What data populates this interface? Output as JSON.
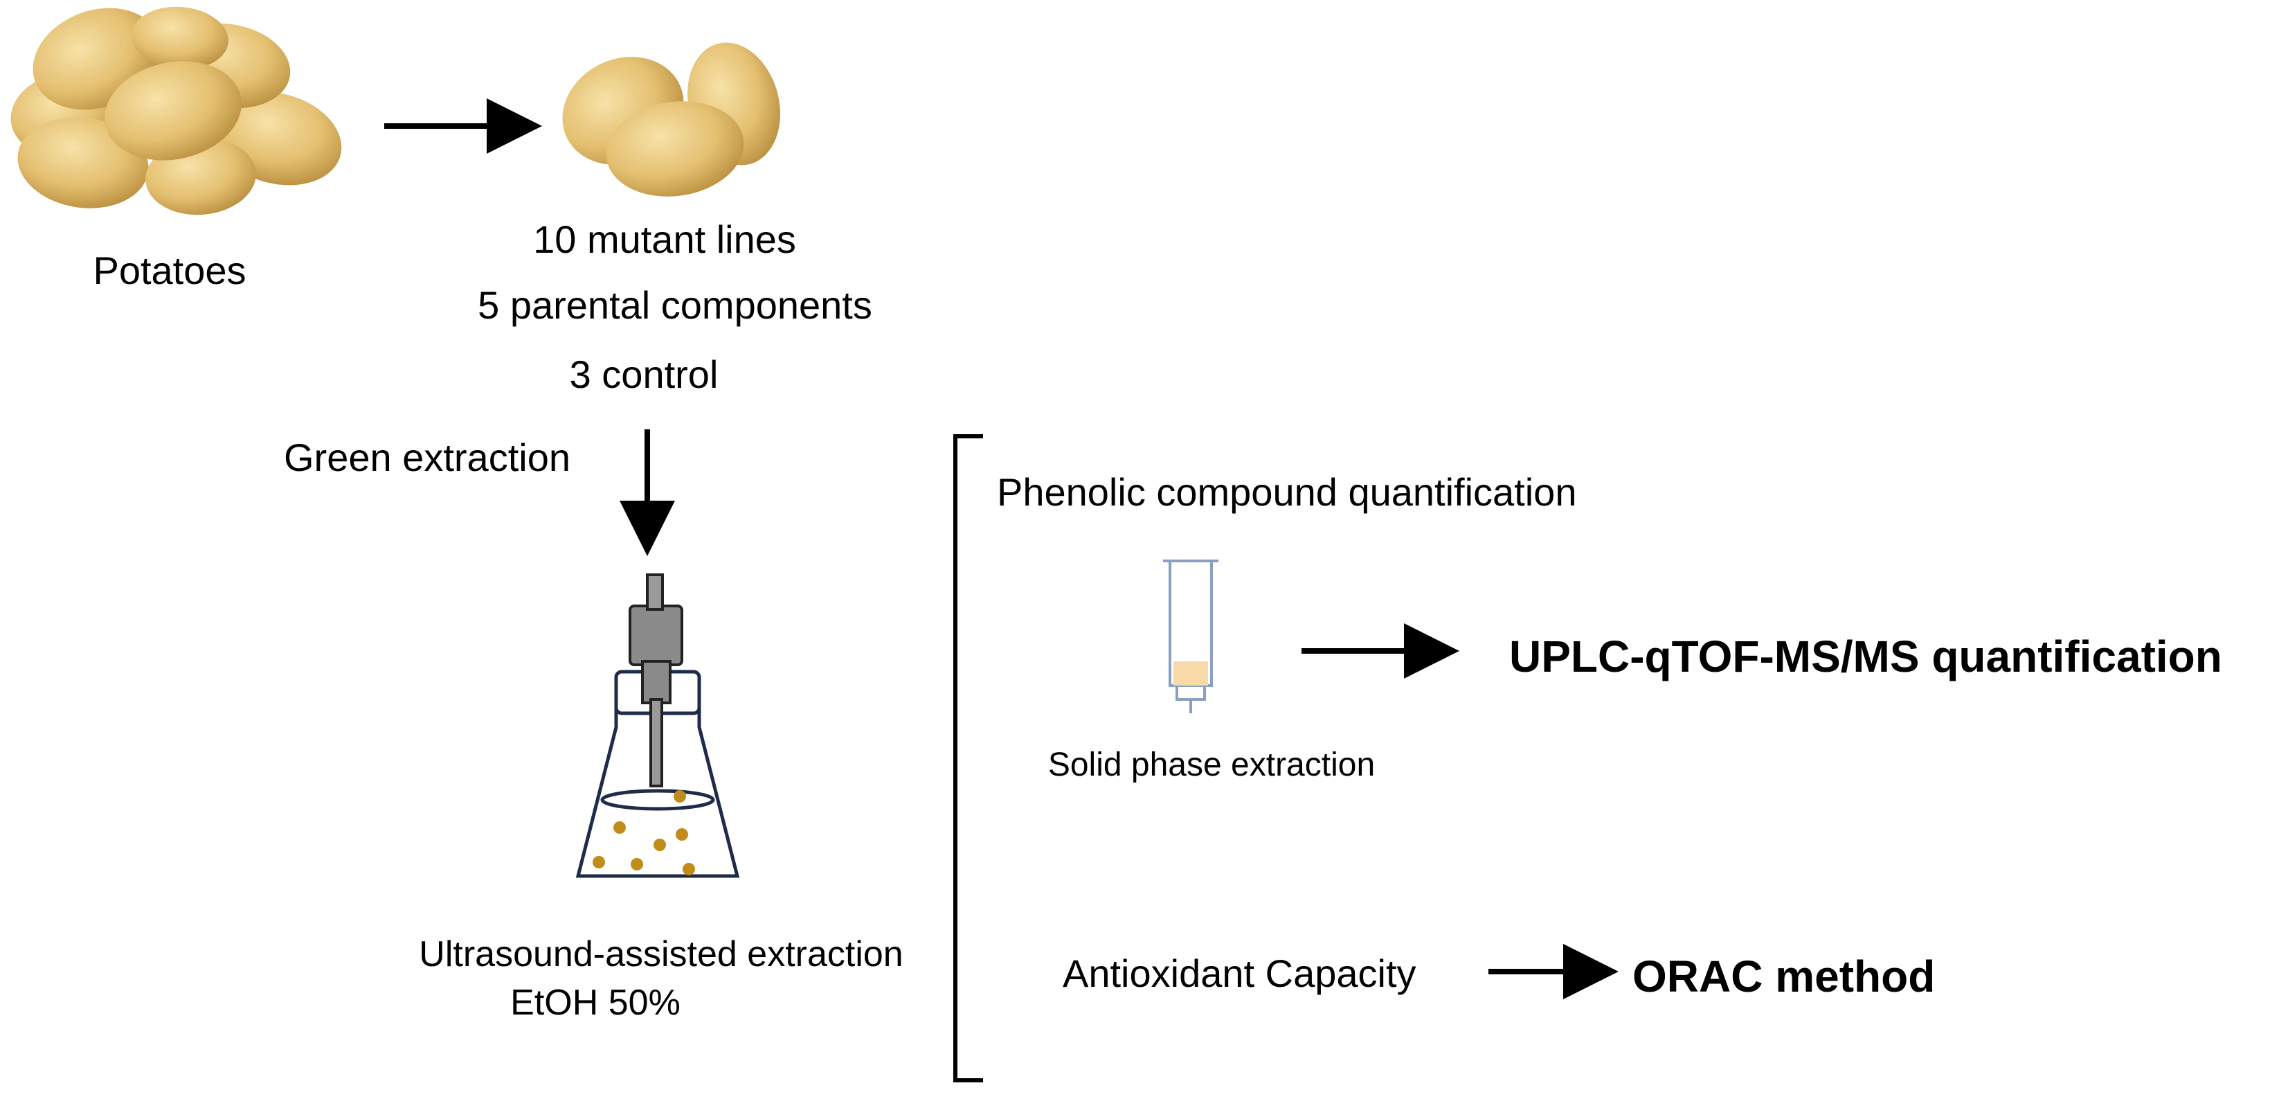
{
  "labels": {
    "potatoes": "Potatoes",
    "mutant_lines": "10 mutant lines",
    "parental_components": "5 parental components",
    "control": "3 control",
    "green_extraction": "Green extraction",
    "ultrasound": "Ultrasound-assisted extraction",
    "etoh": "EtOH 50%",
    "phenolic": "Phenolic compound quantification",
    "spe": "Solid phase extraction",
    "uplc": "UPLC-qTOF-MS/MS quantification",
    "antioxidant": "Antioxidant Capacity",
    "orac": "ORAC method"
  },
  "colors": {
    "potato_skin": "#e2bd6e",
    "potato_highlight": "#f4dca0",
    "potato_shadow": "#b88f3e",
    "flask_outline": "#1f2b4a",
    "flask_liquid": "#dbe2f0",
    "sonicator_body": "#8a8a8a",
    "sonicator_dark": "#555555",
    "particle": "#c08c1a",
    "sorbent": "#f8d9a8",
    "syringe_outline": "#8aa0c0",
    "arrow": "#000000"
  },
  "icons": {
    "potato_pile": "potato-pile-icon",
    "potato_trio": "potato-trio-icon",
    "ultrasound_flask": "ultrasonic-flask-icon",
    "spe_cartridge": "spe-cartridge-icon"
  }
}
